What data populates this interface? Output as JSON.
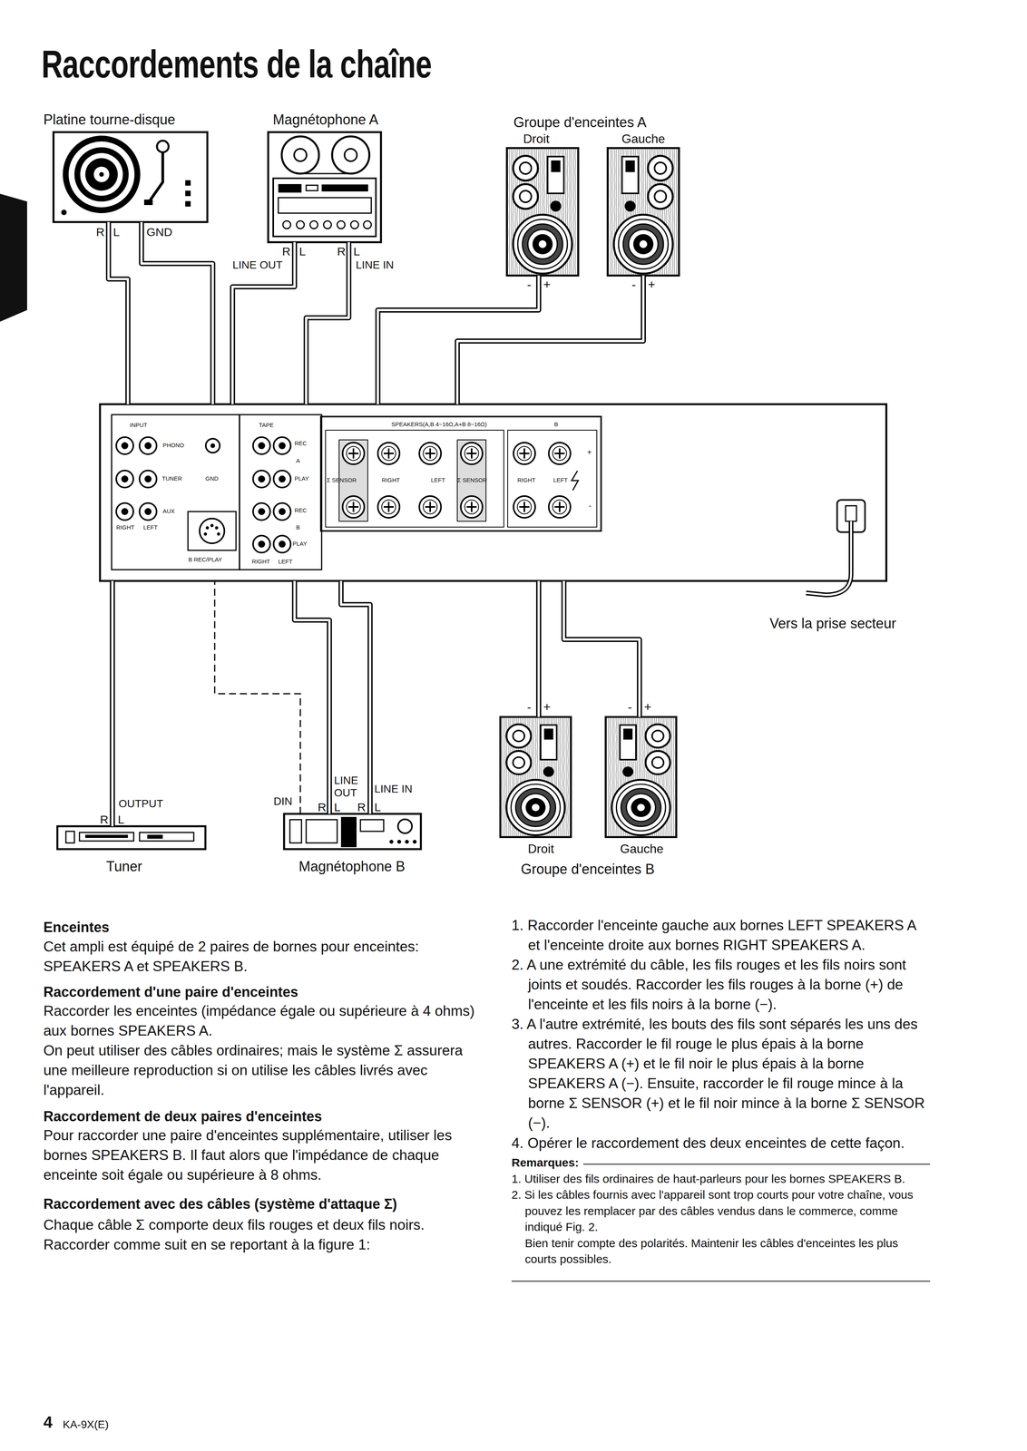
{
  "diagram": {
    "title": "Raccordements de la chaîne",
    "nodes": [
      {
        "text": [
          "Platine tourne-disque"
        ]
      },
      {
        "text": [
          "Magnétophone A"
        ]
      },
      {
        "text": [
          "Groupe d'enceintes A"
        ]
      },
      {
        "text": [
          "Droit"
        ],
        "in": 2
      },
      {
        "text": [
          "Gauche"
        ],
        "in": 2
      },
      {
        "text": [
          "INPUT",
          "PHONO",
          "TUNER",
          "AUX",
          "RIGHT",
          "LEFT",
          "GND",
          "B REC/PLAY",
          "TAPE",
          "REC",
          "A",
          "PLAY",
          "REC",
          "B",
          "PLAY",
          "RIGHT",
          "LEFT",
          "SPEAKERS(A,B 4~16Ω,A+B 8~16Ω)",
          "Σ SENSOR",
          "RIGHT",
          "LEFT",
          "Σ SENSOR",
          "B",
          "RIGHT",
          "LEFT",
          "+",
          "-"
        ]
      },
      {
        "text": [
          "Tuner"
        ]
      },
      {
        "text": [
          "Magnétophone B"
        ]
      },
      {
        "text": [
          "Groupe d'enceintes B"
        ]
      },
      {
        "text": [
          "Droit"
        ],
        "in": 8
      },
      {
        "text": [
          "Gauche"
        ],
        "in": 8
      }
    ],
    "edges": [
      {
        "from": 0,
        "to": 5,
        "arrow": "none"
      },
      {
        "from": 0,
        "to": 5,
        "arrow": "none"
      },
      {
        "from": 1,
        "to": 5,
        "arrow": "none"
      },
      {
        "from": 5,
        "to": 1,
        "arrow": "none"
      },
      {
        "from": 3,
        "to": 5,
        "arrow": "none"
      },
      {
        "from": 4,
        "to": 5,
        "arrow": "none"
      },
      {
        "from": 6,
        "to": 5,
        "arrow": "none"
      },
      {
        "from": 7,
        "to": 5,
        "arrow": "none"
      },
      {
        "from": 7,
        "to": 5,
        "arrow": "none"
      },
      {
        "from": 5,
        "to": 7,
        "arrow": "none"
      },
      {
        "from": 9,
        "to": 5,
        "arrow": "none"
      },
      {
        "from": 10,
        "to": 5,
        "arrow": "none"
      }
    ],
    "labels": [
      "R",
      "L",
      "GND",
      "R",
      "L",
      "LINE OUT",
      "R",
      "L",
      "LINE IN",
      "-",
      "+",
      "-",
      "+",
      "Vers la prise secteur",
      "-",
      "+",
      "-",
      "+",
      "OUTPUT",
      "R",
      "L",
      "DIN",
      "LINE OUT",
      "R",
      "L",
      "R",
      "L",
      "LINE IN",
      "Enceintes",
      "Cet ampli est équipé de 2 paires de bornes pour enceintes: SPEAKERS A et SPEAKERS B.",
      "Raccordement d'une paire d'enceintes",
      "Raccorder les enceintes (impédance égale ou supérieure à 4 ohms) aux bornes SPEAKERS A.",
      "On peut utiliser des câbles ordinaires; mais le système Σ assurera une meilleure reproduction si on utilise les câbles livrés avec l'appareil.",
      "Raccordement de deux paires d'enceintes",
      "Pour raccorder une paire d'enceintes supplémentaire, utiliser les bornes SPEAKERS B. Il faut alors que l'impédance de chaque enceinte soit égale ou supérieure à 8 ohms.",
      "Raccordement avec des câbles (système d'attaque Σ)",
      "Chaque câble Σ comporte deux fils rouges et deux fils noirs. Raccorder comme suit en se reportant à la figure 1:",
      "1. Raccorder l'enceinte gauche aux bornes LEFT SPEAKERS A et l'enceinte droite aux bornes RIGHT SPEAKERS A.",
      "2. A une extrémité du câble, les fils rouges et les fils noirs sont joints et soudés. Raccorder les fils rouges à la borne (+) de l'enceinte et les fils noirs à la borne (−).",
      "3. A l'autre extrémité, les bouts des fils sont séparés les uns des autres. Raccorder le fil rouge le plus épais à la borne SPEAKERS A (+) et le fil noir le plus épais à la borne SPEAKERS A (−). Ensuite, raccorder le fil rouge mince à la borne Σ SENSOR (+) et le fil noir mince à la borne Σ SENSOR (−).",
      "4. Opérer le raccordement des deux enceintes de cette façon.",
      "Remarques:",
      "1. Utiliser des fils ordinaires de haut-parleurs pour les bornes SPEAKERS B.",
      "2. Si les câbles fournis avec l'appareil sont trop courts pour votre chaîne, vous pouvez les remplacer par des câbles vendus dans le commerce, comme indiqué Fig. 2.",
      "Bien tenir compte des polarités. Maintenir les câbles d'enceintes les plus courts possibles.",
      "4",
      "KA-9X(E)"
    ]
  }
}
